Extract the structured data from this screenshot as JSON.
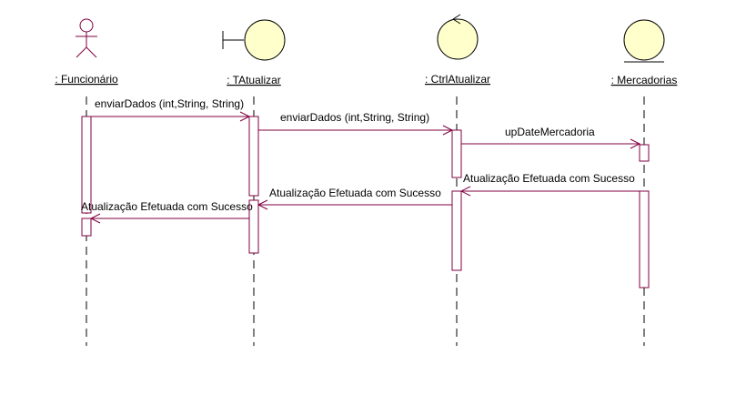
{
  "lifelines": [
    {
      "name": ": Funcionário",
      "kind": "actor"
    },
    {
      "name": ": TAtualizar",
      "kind": "boundary"
    },
    {
      "name": ": CtrlAtualizar",
      "kind": "control"
    },
    {
      "name": ": Mercadorias",
      "kind": "entity"
    }
  ],
  "messages": [
    {
      "label": "enviarDados (int,String, String)",
      "from": 0,
      "to": 1
    },
    {
      "label": "enviarDados (int,String, String)",
      "from": 1,
      "to": 2
    },
    {
      "label": "upDateMercadoria",
      "from": 2,
      "to": 3
    },
    {
      "label": "Atualização Efetuada com Sucesso",
      "from": 3,
      "to": 2
    },
    {
      "label": "Atualização Efetuada com Sucesso",
      "from": 2,
      "to": 1
    },
    {
      "label": "Atualização Efetuada com Sucesso",
      "from": 1,
      "to": 0
    }
  ],
  "colors": {
    "line": "#800040",
    "object_fill": "#ffffcc"
  }
}
